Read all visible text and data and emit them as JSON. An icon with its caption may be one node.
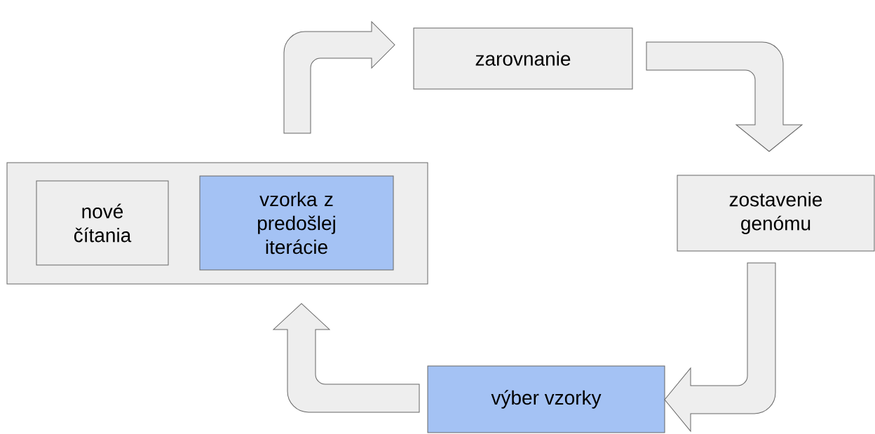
{
  "diagram": {
    "nodes": [
      {
        "text": [],
        "shape": "box"
      },
      {
        "text": [
          "nové čítania"
        ],
        "in": 0
      },
      {
        "text": [
          "vzorka z predošlej iterácie"
        ],
        "in": 0
      },
      {
        "text": [
          "zarovnanie"
        ]
      },
      {
        "text": [
          "zostavenie genómu"
        ]
      },
      {
        "text": [
          "výber vzorky"
        ]
      }
    ],
    "edges": [
      {
        "from": 0,
        "to": 3,
        "arrow": "to"
      },
      {
        "from": 3,
        "to": 4,
        "arrow": "to"
      },
      {
        "from": 4,
        "to": 5,
        "arrow": "to"
      },
      {
        "from": 5,
        "to": 0,
        "arrow": "to"
      }
    ]
  }
}
